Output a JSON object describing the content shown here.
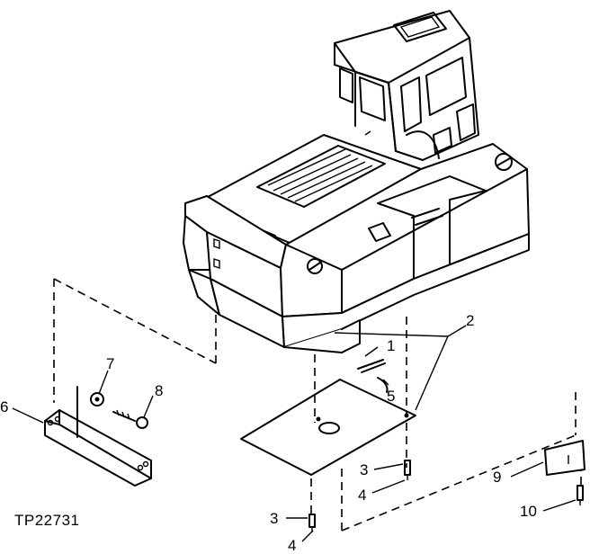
{
  "figure_id": "TP22731",
  "callouts": {
    "c1": "1",
    "c2": "2",
    "c3a": "3",
    "c3b": "3",
    "c4a": "4",
    "c4b": "4",
    "c5": "5",
    "c6": "6",
    "c7": "7",
    "c8": "8",
    "c9": "9",
    "c10": "10"
  }
}
